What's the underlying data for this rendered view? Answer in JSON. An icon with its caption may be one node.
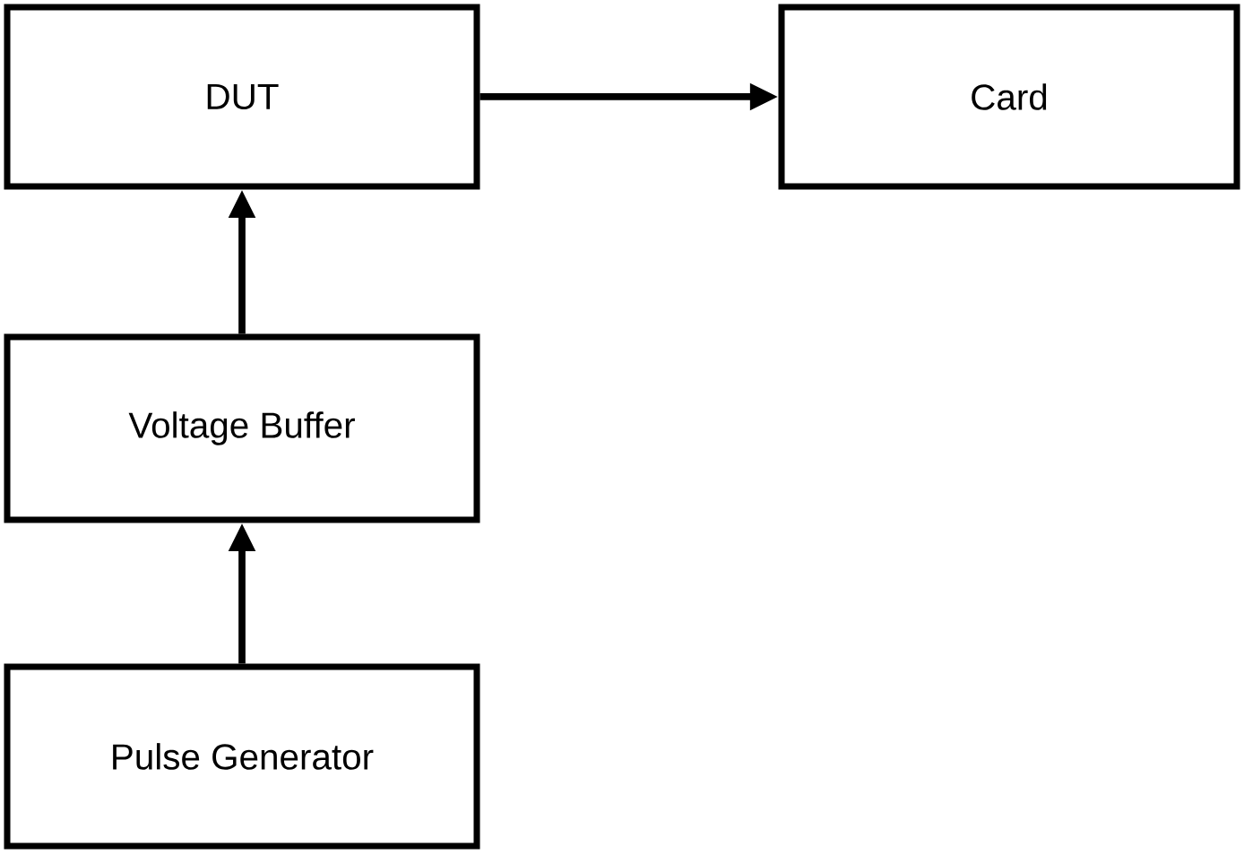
{
  "diagram": {
    "nodes": [
      {
        "text": [
          "DUT"
        ]
      },
      {
        "text": [
          "Card"
        ]
      },
      {
        "text": [
          "Voltage Buffer"
        ]
      },
      {
        "text": [
          "Pulse Generator"
        ]
      }
    ],
    "edges": [
      {
        "from": 0,
        "to": 1,
        "arrow": "to"
      },
      {
        "from": 2,
        "to": 0,
        "arrow": "to"
      },
      {
        "from": 3,
        "to": 2,
        "arrow": "to"
      }
    ]
  }
}
